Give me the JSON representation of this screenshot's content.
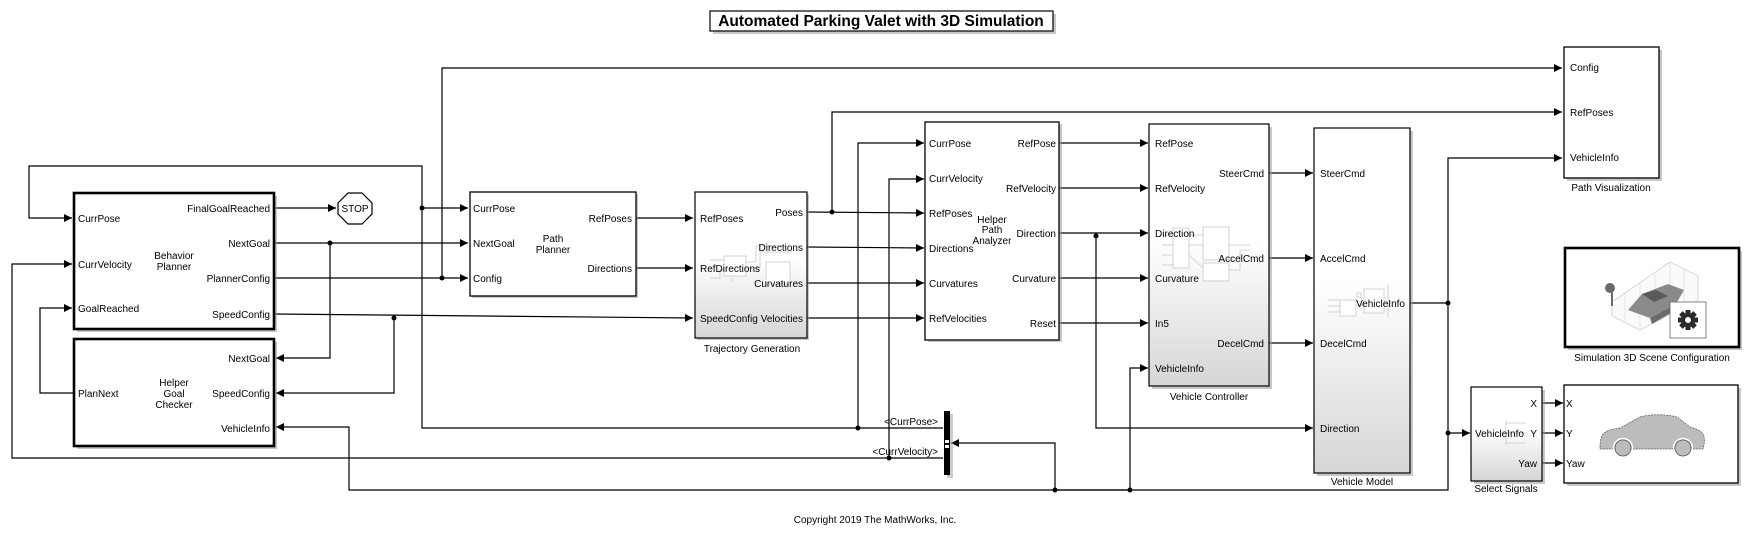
{
  "title": "Automated Parking Valet with 3D Simulation",
  "copyright": "Copyright 2019 The MathWorks, Inc.",
  "blocks": {
    "behavior_planner": {
      "name": "Behavior\nPlanner",
      "name_lines": [
        "Behavior",
        "Planner"
      ],
      "inputs": [
        "CurrPose",
        "CurrVelocity",
        "GoalReached"
      ],
      "outputs": [
        "FinalGoalReached",
        "NextGoal",
        "PlannerConfig",
        "SpeedConfig"
      ]
    },
    "goal_checker": {
      "name_lines": [
        "Helper",
        "Goal",
        "Checker"
      ],
      "inputs": [
        "NextGoal",
        "SpeedConfig",
        "VehicleInfo"
      ],
      "outputs": [
        "PlanNext"
      ]
    },
    "stop": {
      "label": "STOP"
    },
    "path_planner": {
      "name_lines": [
        "Path",
        "Planner"
      ],
      "inputs": [
        "CurrPose",
        "NextGoal",
        "Config"
      ],
      "outputs": [
        "RefPoses",
        "Directions"
      ]
    },
    "trajectory_generation": {
      "label": "Trajectory Generation",
      "inputs": [
        "RefPoses",
        "RefDirections",
        "SpeedConfig"
      ],
      "outputs": [
        "Poses",
        "Directions",
        "Curvatures",
        "Velocities"
      ]
    },
    "path_analyzer": {
      "name_lines": [
        "Helper",
        "Path",
        "Analyzer"
      ],
      "inputs": [
        "CurrPose",
        "CurrVelocity",
        "RefPoses",
        "Directions",
        "Curvatures",
        "RefVelocities"
      ],
      "outputs": [
        "RefPose",
        "RefVelocity",
        "Direction",
        "Curvature",
        "Reset"
      ]
    },
    "vehicle_controller": {
      "label": "Vehicle Controller",
      "inputs": [
        "RefPose",
        "RefVelocity",
        "Direction",
        "Curvature",
        "In5",
        "VehicleInfo"
      ],
      "outputs": [
        "SteerCmd",
        "AccelCmd",
        "DecelCmd"
      ]
    },
    "vehicle_model": {
      "label": "Vehicle Model",
      "inputs": [
        "SteerCmd",
        "AccelCmd",
        "DecelCmd",
        "Direction"
      ],
      "outputs": [
        "VehicleInfo"
      ]
    },
    "path_visualization": {
      "label": "Path Visualization",
      "inputs": [
        "Config",
        "RefPoses",
        "VehicleInfo"
      ]
    },
    "scene_config": {
      "label": "Simulation 3D Scene Configuration"
    },
    "select_signals": {
      "label": "Select Signals",
      "inputs": [
        "VehicleInfo"
      ],
      "outputs": [
        "X",
        "Y",
        "Yaw"
      ]
    },
    "vehicle_3d": {
      "inputs": [
        "X",
        "Y",
        "Yaw"
      ]
    },
    "bus_selector": {
      "signals": [
        "<CurrPose>",
        "<CurrVelocity>"
      ]
    }
  }
}
